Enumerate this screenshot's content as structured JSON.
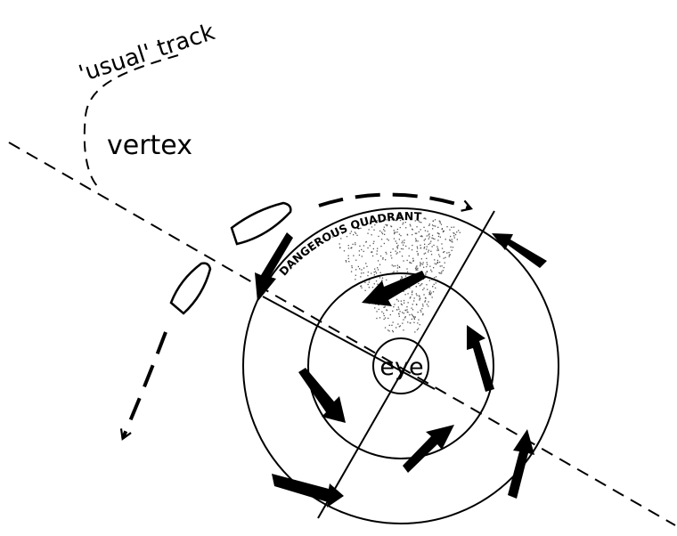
{
  "labels": {
    "usual_track": "'usual' track",
    "vertex": "vertex",
    "dangerous_quadrant": "DANGEROUS QUADRANT",
    "eye": "eye"
  },
  "colors": {
    "ink": "#000000",
    "background": "#ffffff",
    "stipple": "#555555"
  }
}
